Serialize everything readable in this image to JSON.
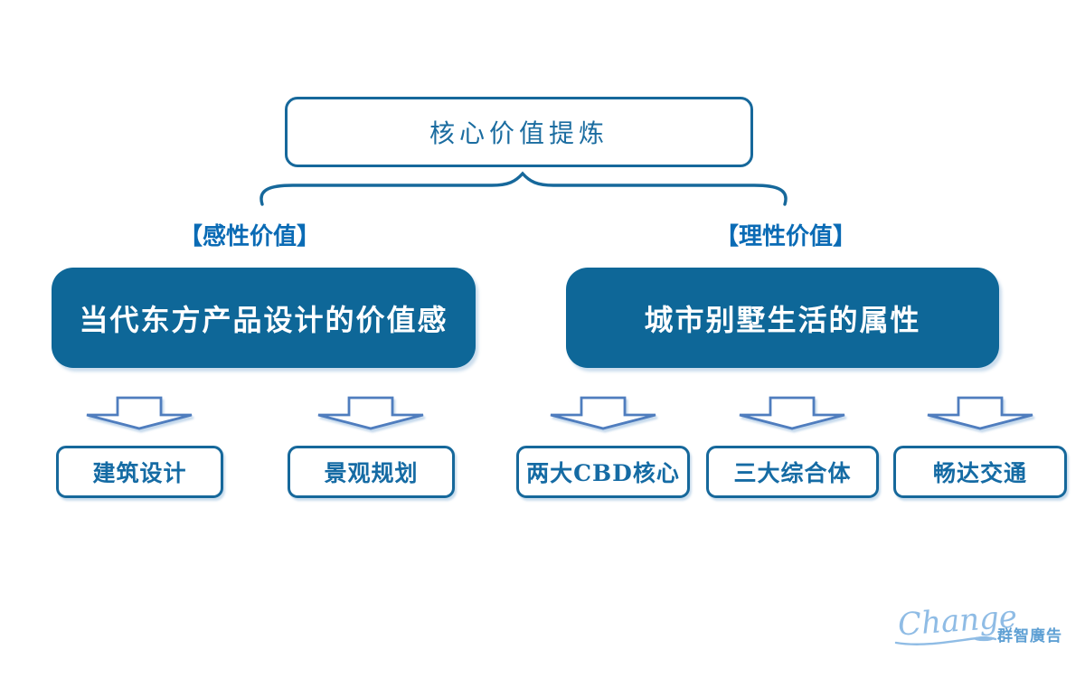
{
  "diagram": {
    "root_label": "核心价值提炼",
    "branches": [
      {
        "tag": "【感性价值】",
        "box": "当代东方产品设计的价值感",
        "children": [
          "建筑设计",
          "景观规划"
        ]
      },
      {
        "tag": "【理性价值】",
        "box": "城市别墅生活的属性",
        "children": [
          "两大CBD核心",
          "三大综合体",
          "畅达交通"
        ]
      }
    ]
  },
  "footer": {
    "logo_script": "Change",
    "logo_text": "群智廣告"
  },
  "colors": {
    "outline_blue": "#16689B",
    "title_text": "#1A6CA0",
    "tag_blue": "#0A6BB5",
    "big_box_fill": "#0E6798",
    "big_box_text": "#FFFFFF",
    "small_box_text": "#156BA4",
    "arrow_outline": "#4F7DBE",
    "logo_script_blue": "#8FBCE5",
    "logo_text_blue": "#5FA0D4"
  }
}
